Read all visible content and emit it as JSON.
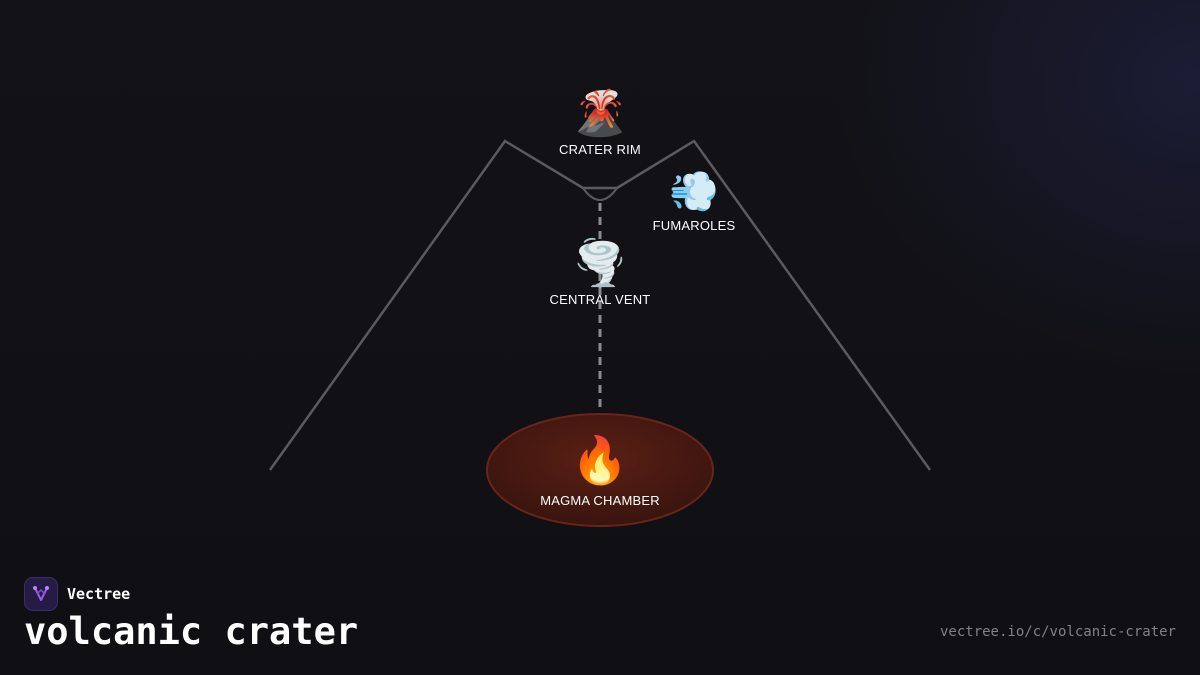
{
  "diagram": {
    "nodes": [
      {
        "id": "crater-rim",
        "icon": "volcano-icon",
        "emoji": "🌋",
        "label": "CRATER RIM"
      },
      {
        "id": "fumaroles",
        "icon": "dash-wind-icon",
        "emoji": "💨",
        "label": "FUMAROLES"
      },
      {
        "id": "central-vent",
        "icon": "tornado-icon",
        "emoji": "🌪️",
        "label": "CENTRAL VENT"
      },
      {
        "id": "magma-chamber",
        "icon": "fire-icon",
        "emoji": "🔥",
        "label": "MAGMA CHAMBER"
      }
    ],
    "colors": {
      "outline": "#5a5a60",
      "conduit": "#8a8a90",
      "chamber_fill": "#4a1a12",
      "chamber_stroke": "#6a2418"
    }
  },
  "brand": {
    "name": "Vectree",
    "logo_icon": "vectree-logo-icon"
  },
  "title": "volcanic crater",
  "url": "vectree.io/c/volcanic-crater"
}
